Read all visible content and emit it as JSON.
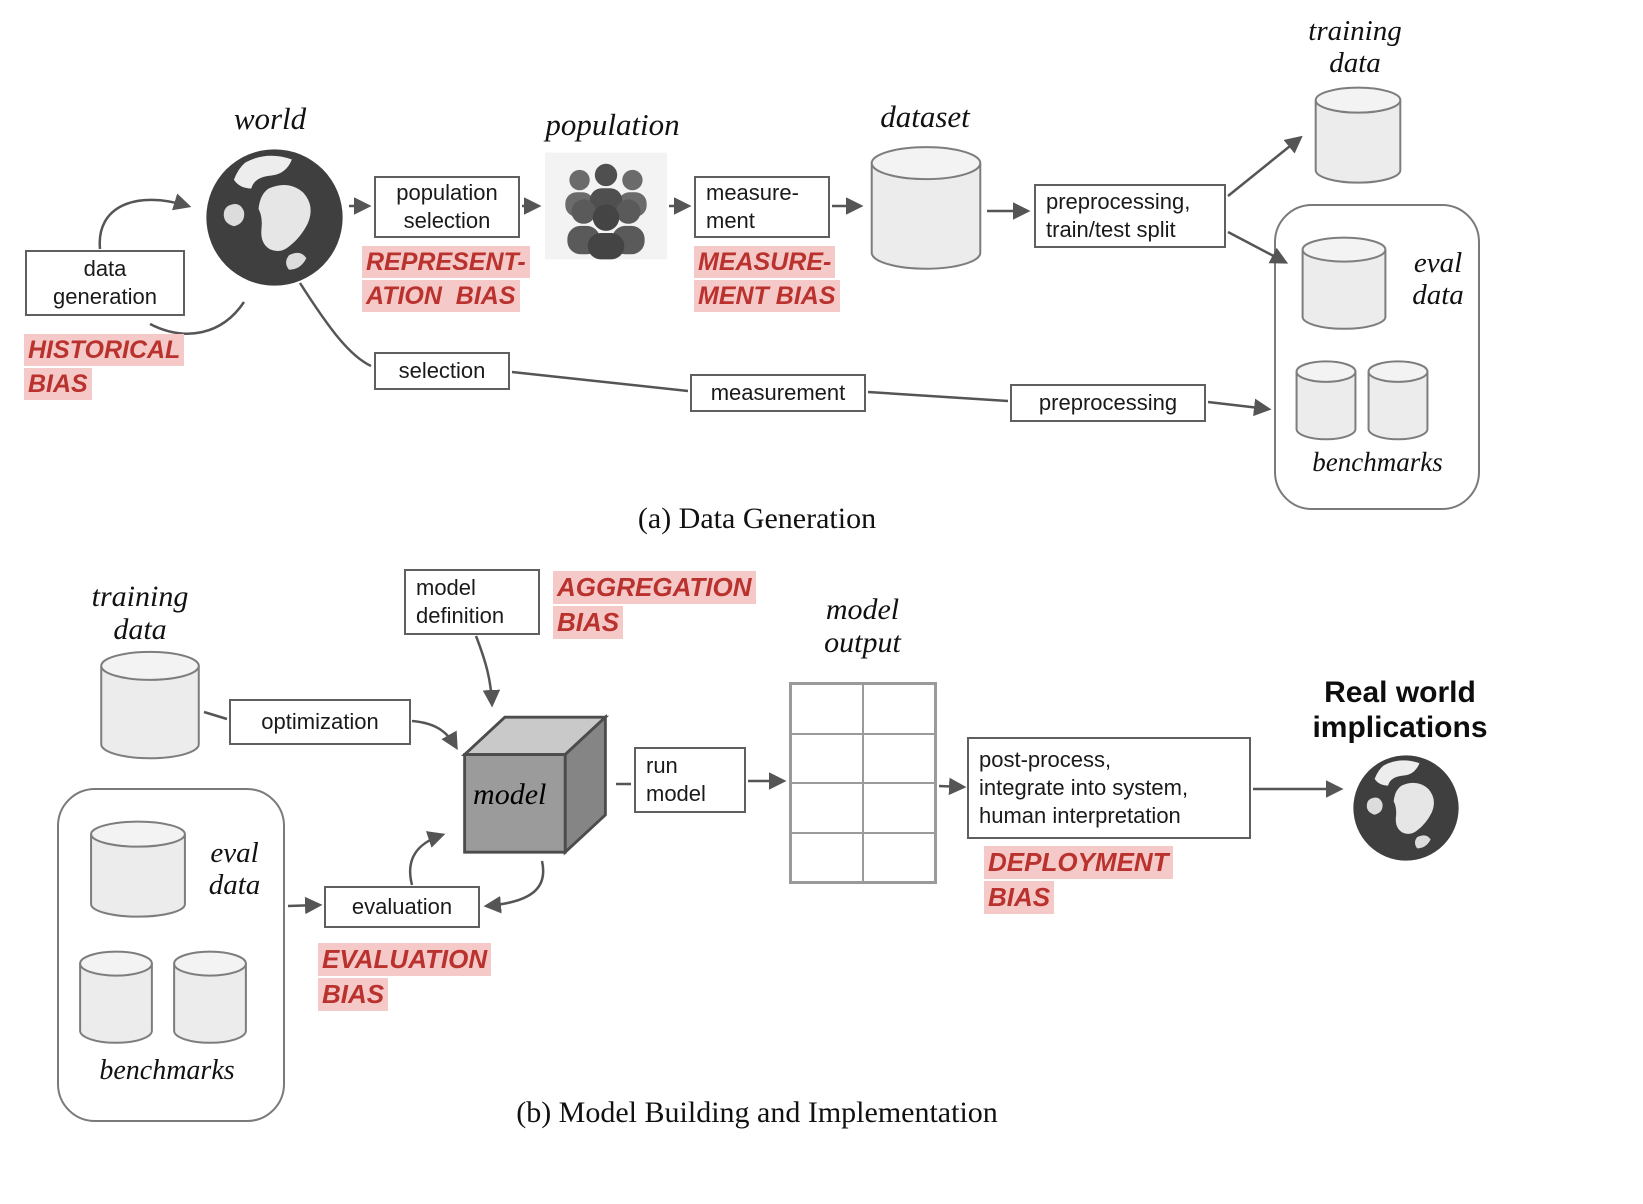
{
  "colors": {
    "bias_text": "#b9322e",
    "bias_highlight": "#f6c9c9",
    "arrow": "#555555",
    "box_border": "#5f5f5f",
    "cylinder_fill": "#ececec",
    "cube_front": "#9b9b9b"
  },
  "icons": {
    "world": "globe-icon",
    "population": "people-group-icon",
    "dataset": "database-cylinder-icon",
    "model": "cube-icon"
  },
  "part_a": {
    "caption": "(a) Data Generation",
    "world_label": "world",
    "population_label": "population",
    "dataset_label": "dataset",
    "training_data_label": [
      "training",
      "data"
    ],
    "eval_data_label": [
      "eval",
      "data"
    ],
    "benchmarks_label": "benchmarks",
    "boxes": {
      "data_generation": [
        "data",
        "generation"
      ],
      "population_selection": [
        "population",
        "selection"
      ],
      "measurement": [
        "measure-",
        "ment"
      ],
      "preprocessing_split": [
        "preprocessing,",
        "train/test split"
      ],
      "selection": "selection",
      "measurement2": "measurement",
      "preprocessing": "preprocessing"
    },
    "biases": {
      "historical": [
        "HISTORICAL",
        "BIAS"
      ],
      "representation": [
        "REPRESENT-",
        "ATION  BIAS"
      ],
      "measurement": [
        "MEASURE-",
        "MENT BIAS"
      ]
    }
  },
  "part_b": {
    "caption": "(b) Model Building and Implementation",
    "training_data_label": [
      "training",
      "data"
    ],
    "eval_data_label": [
      "eval",
      "data"
    ],
    "benchmarks_label": "benchmarks",
    "model_label": "model",
    "model_output_label": [
      "model",
      "output"
    ],
    "real_world_label": [
      "Real world",
      "implications"
    ],
    "boxes": {
      "optimization": "optimization",
      "model_definition": [
        "model",
        "definition"
      ],
      "run_model": [
        "run",
        "model"
      ],
      "post_process": [
        "post-process,",
        "integrate into system,",
        "human interpretation"
      ],
      "evaluation": "evaluation"
    },
    "biases": {
      "aggregation": [
        "AGGREGATION",
        "BIAS"
      ],
      "evaluation": [
        "EVALUATION",
        "BIAS"
      ],
      "deployment": [
        "DEPLOYMENT",
        "BIAS"
      ]
    }
  }
}
